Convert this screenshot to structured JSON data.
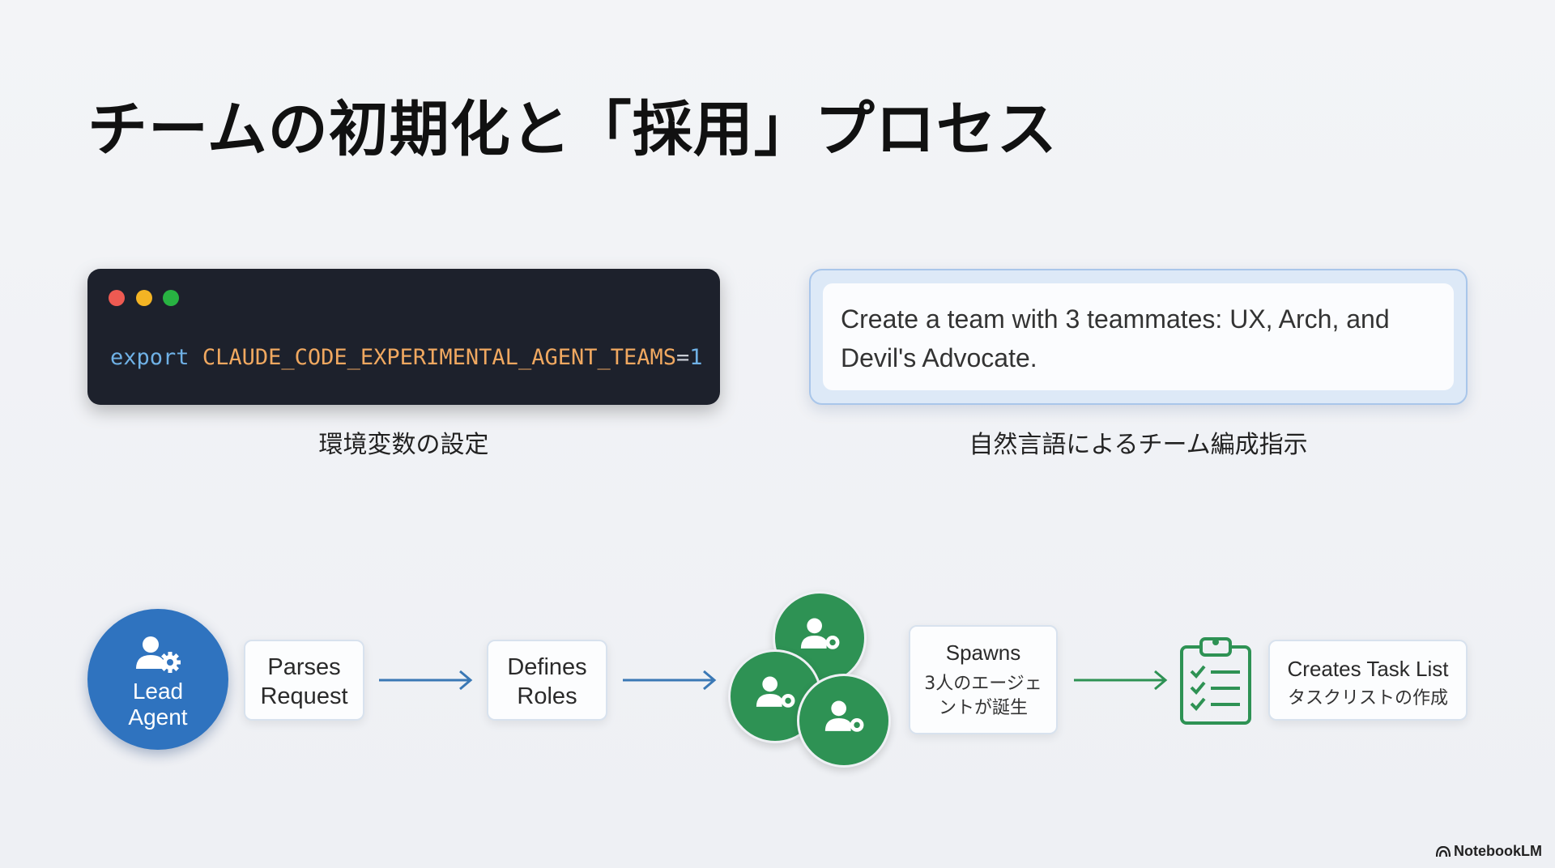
{
  "title": "チームの初期化と「採用」プロセス",
  "terminal": {
    "keyword": "export",
    "variable": "CLAUDE_CODE_EXPERIMENTAL_AGENT_TEAMS",
    "equals": "=",
    "value": "1",
    "caption": "環境変数の設定"
  },
  "prompt": {
    "text": "Create a team with 3 teammates: UX, Arch, and Devil's Advocate.",
    "caption": "自然言語によるチーム編成指示"
  },
  "flow": {
    "lead_line1": "Lead",
    "lead_line2": "Agent",
    "parses_line1": "Parses",
    "parses_line2": "Request",
    "defines_line1": "Defines",
    "defines_line2": "Roles",
    "spawns_en": "Spawns",
    "spawns_jp_line1": "3人のエージェ",
    "spawns_jp_line2": "ントが誕生",
    "tasks_en": "Creates Task List",
    "tasks_jp": "タスクリストの作成"
  },
  "colors": {
    "lead_blue": "#2f73bf",
    "agent_green": "#2e9254",
    "arrow_blue": "#3a78b5",
    "terminal_bg": "#1d212c"
  },
  "icons": [
    "user-gear-icon",
    "clipboard-checklist-icon",
    "arrow-right-icon"
  ],
  "brand": "NotebookLM"
}
